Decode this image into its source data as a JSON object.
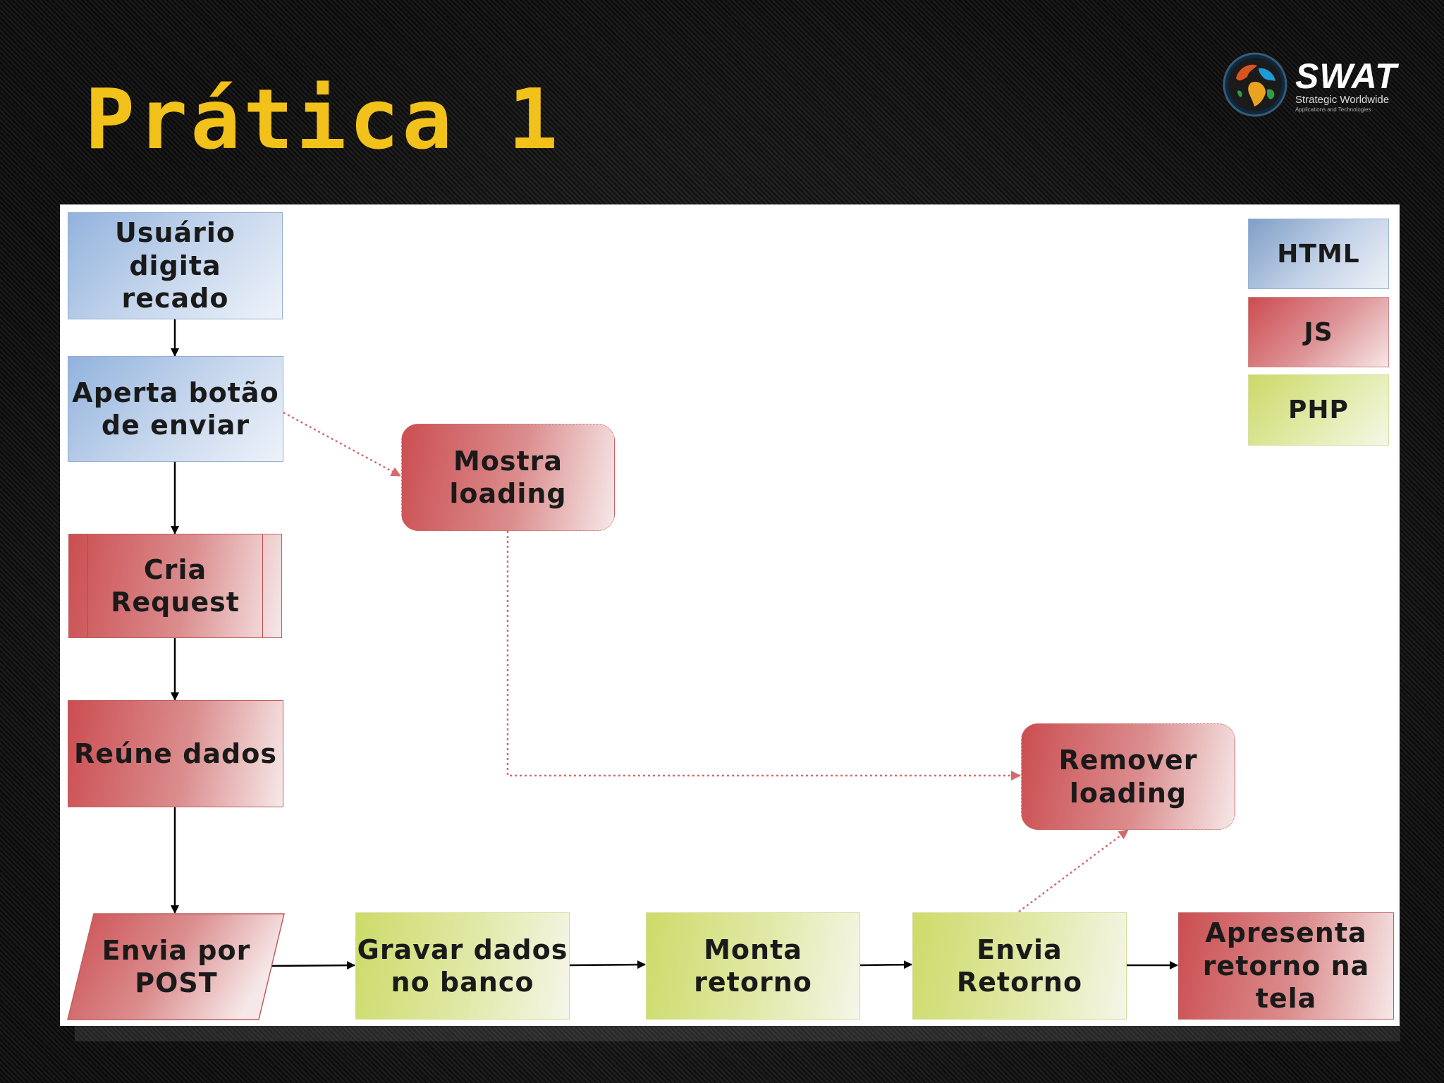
{
  "slide": {
    "title": "Prática 1"
  },
  "logo": {
    "name": "SWAT",
    "tagline": "Strategic Worldwide",
    "subtagline": "Applications and Technologies"
  },
  "legend": [
    {
      "label": "HTML",
      "color": "#a9c1e3"
    },
    {
      "label": "JS",
      "color": "#d46a6d"
    },
    {
      "label": "PHP",
      "color": "#d8e38a"
    }
  ],
  "nodes": {
    "usuario": {
      "label": "Usuário digita\nrecado",
      "kind": "HTML"
    },
    "aperta": {
      "label": "Aperta botão\nde enviar",
      "kind": "HTML"
    },
    "cria": {
      "label": "Cria\nRequest",
      "kind": "JS"
    },
    "reune": {
      "label": "Reúne dados",
      "kind": "JS"
    },
    "envia_post": {
      "label": "Envia por\nPOST",
      "kind": "JS"
    },
    "gravar": {
      "label": "Gravar dados\nno banco",
      "kind": "PHP"
    },
    "monta": {
      "label": "Monta\nretorno",
      "kind": "PHP"
    },
    "envia_retorno": {
      "label": "Envia\nRetorno",
      "kind": "PHP"
    },
    "apresenta": {
      "label": "Apresenta\nretorno na\ntela",
      "kind": "JS"
    },
    "mostra": {
      "label": "Mostra\nloading",
      "kind": "JS"
    },
    "remover": {
      "label": "Remover\nloading",
      "kind": "JS"
    }
  },
  "edges": [
    {
      "from": "usuario",
      "to": "aperta",
      "style": "solid"
    },
    {
      "from": "aperta",
      "to": "cria",
      "style": "solid"
    },
    {
      "from": "cria",
      "to": "reune",
      "style": "solid"
    },
    {
      "from": "reune",
      "to": "envia_post",
      "style": "solid"
    },
    {
      "from": "envia_post",
      "to": "gravar",
      "style": "solid"
    },
    {
      "from": "gravar",
      "to": "monta",
      "style": "solid"
    },
    {
      "from": "monta",
      "to": "envia_retorno",
      "style": "solid"
    },
    {
      "from": "envia_retorno",
      "to": "apresenta",
      "style": "solid"
    },
    {
      "from": "aperta",
      "to": "mostra",
      "style": "dotted"
    },
    {
      "from": "mostra",
      "to": "remover",
      "style": "dotted"
    },
    {
      "from": "envia_retorno",
      "to": "remover",
      "style": "dotted"
    }
  ]
}
